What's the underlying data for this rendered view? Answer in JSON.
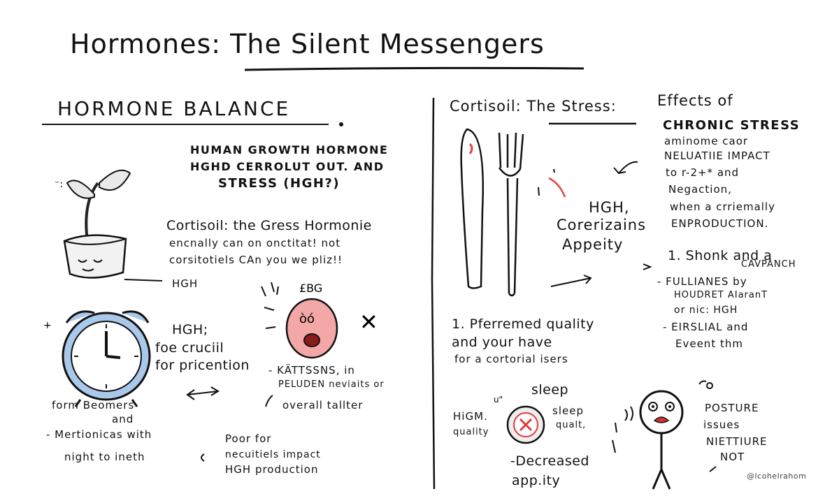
{
  "title": "Hormones: The Silent Messengers",
  "left": {
    "heading": "HORMONE BALANCE",
    "hgh_block": [
      "HUMAN GROWTH HORMONE",
      "HGHD CERROLUT OUT. AND",
      "STRESS (HGH?)"
    ],
    "cortisol_block": [
      "Cortisoil: the Gress Hormonie",
      "encnally can on onctitat! not",
      "corsitotiels CAn you we pliz!!",
      "HGH"
    ],
    "crucial_block": [
      "HGH;",
      "foe cruciil",
      "for pricention"
    ],
    "stress_block": [
      "- KÄTTSSNS, in",
      "PELUDEN neviaits or",
      "overall tallter"
    ],
    "bottom_left": [
      "form Beomers",
      "and",
      "- Mertionicas with",
      "night to ineth"
    ],
    "poor_block": [
      "Poor for",
      "necuitiels impact",
      "HGH production"
    ]
  },
  "right": {
    "heading": "Cortisoil: The Stress:",
    "effects_block": [
      "Effects of",
      "CHRONIC STRESS",
      "aminome caor",
      "NELUATIIE IMPACT",
      "to r-2+* and",
      "Negaction,",
      "when a crriemally",
      "ENPRODUCTION."
    ],
    "hgh_appetite": [
      "HGH,",
      "Corerizains",
      "Appeity"
    ],
    "list_item_1": [
      "1. Shonk and a",
      "CAVPANCH"
    ],
    "list_bullets": [
      "- FULLIANES by",
      "HOUDRET AIaranT",
      "or nic: HGH",
      "- EIRSLIAL and",
      "Eveent thm"
    ],
    "preferred_block": [
      "1. Pferremed quality",
      "and your have",
      "for a cortorial isers"
    ],
    "sleep_block": {
      "sleep": "sleep",
      "sleep2": "sleep",
      "qualt": "qualt,",
      "high": "HiGM.",
      "quality": "quality"
    },
    "decreased_block": [
      "-Decreased",
      "app.ity"
    ],
    "posture_block": [
      "POSTURE",
      "issues",
      "NIETTIURE",
      "NOT"
    ],
    "credit": "@lcohelrahom"
  },
  "colors": {
    "ink": "#111111",
    "clock": "#a9c8ea",
    "face": "#f4a7a7",
    "sleep_x": "#e23b3b",
    "arrow_red": "#d44"
  }
}
